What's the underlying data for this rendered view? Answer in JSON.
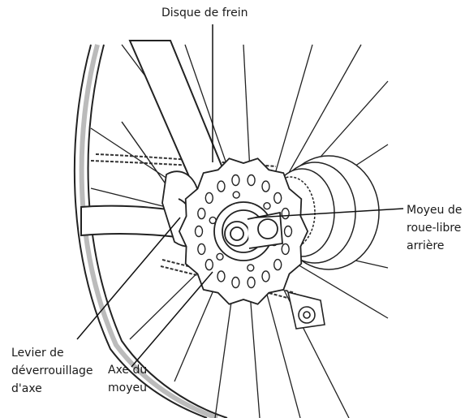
{
  "labels": {
    "brake_disc": [
      "Disque de frein"
    ],
    "freehub": [
      "Moyeu de",
      "roue-libre",
      "arrière"
    ],
    "axle_lever": [
      "Levier de",
      "déverrouillage",
      "d'axe"
    ],
    "hub_axle": [
      "Axe du",
      "moyeu"
    ]
  }
}
